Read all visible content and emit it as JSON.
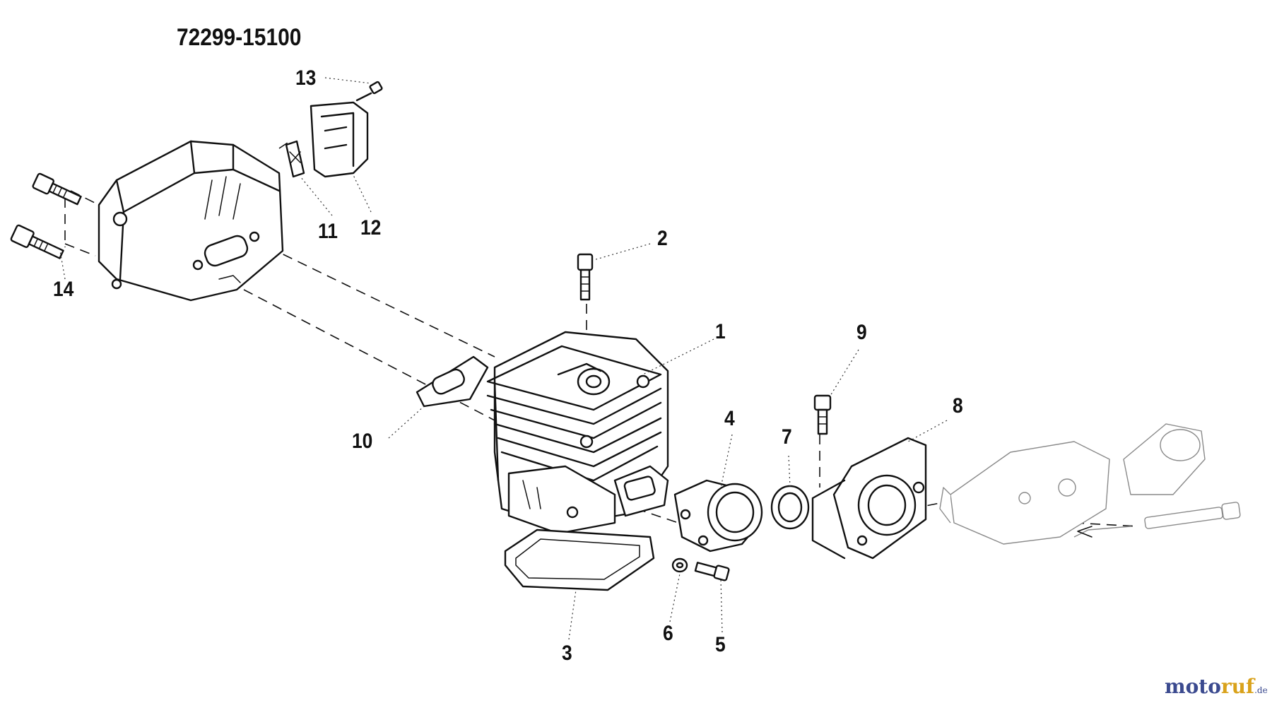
{
  "title": "72299-15100",
  "labels": {
    "p1": "1",
    "p2": "2",
    "p3": "3",
    "p4": "4",
    "p5": "5",
    "p6": "6",
    "p7": "7",
    "p8": "8",
    "p9": "9",
    "p10": "10",
    "p11": "11",
    "p12": "12",
    "p13": "13",
    "p14": "14"
  },
  "watermark": {
    "part1": "moto",
    "part2": "ruf",
    "part3": ".de"
  }
}
